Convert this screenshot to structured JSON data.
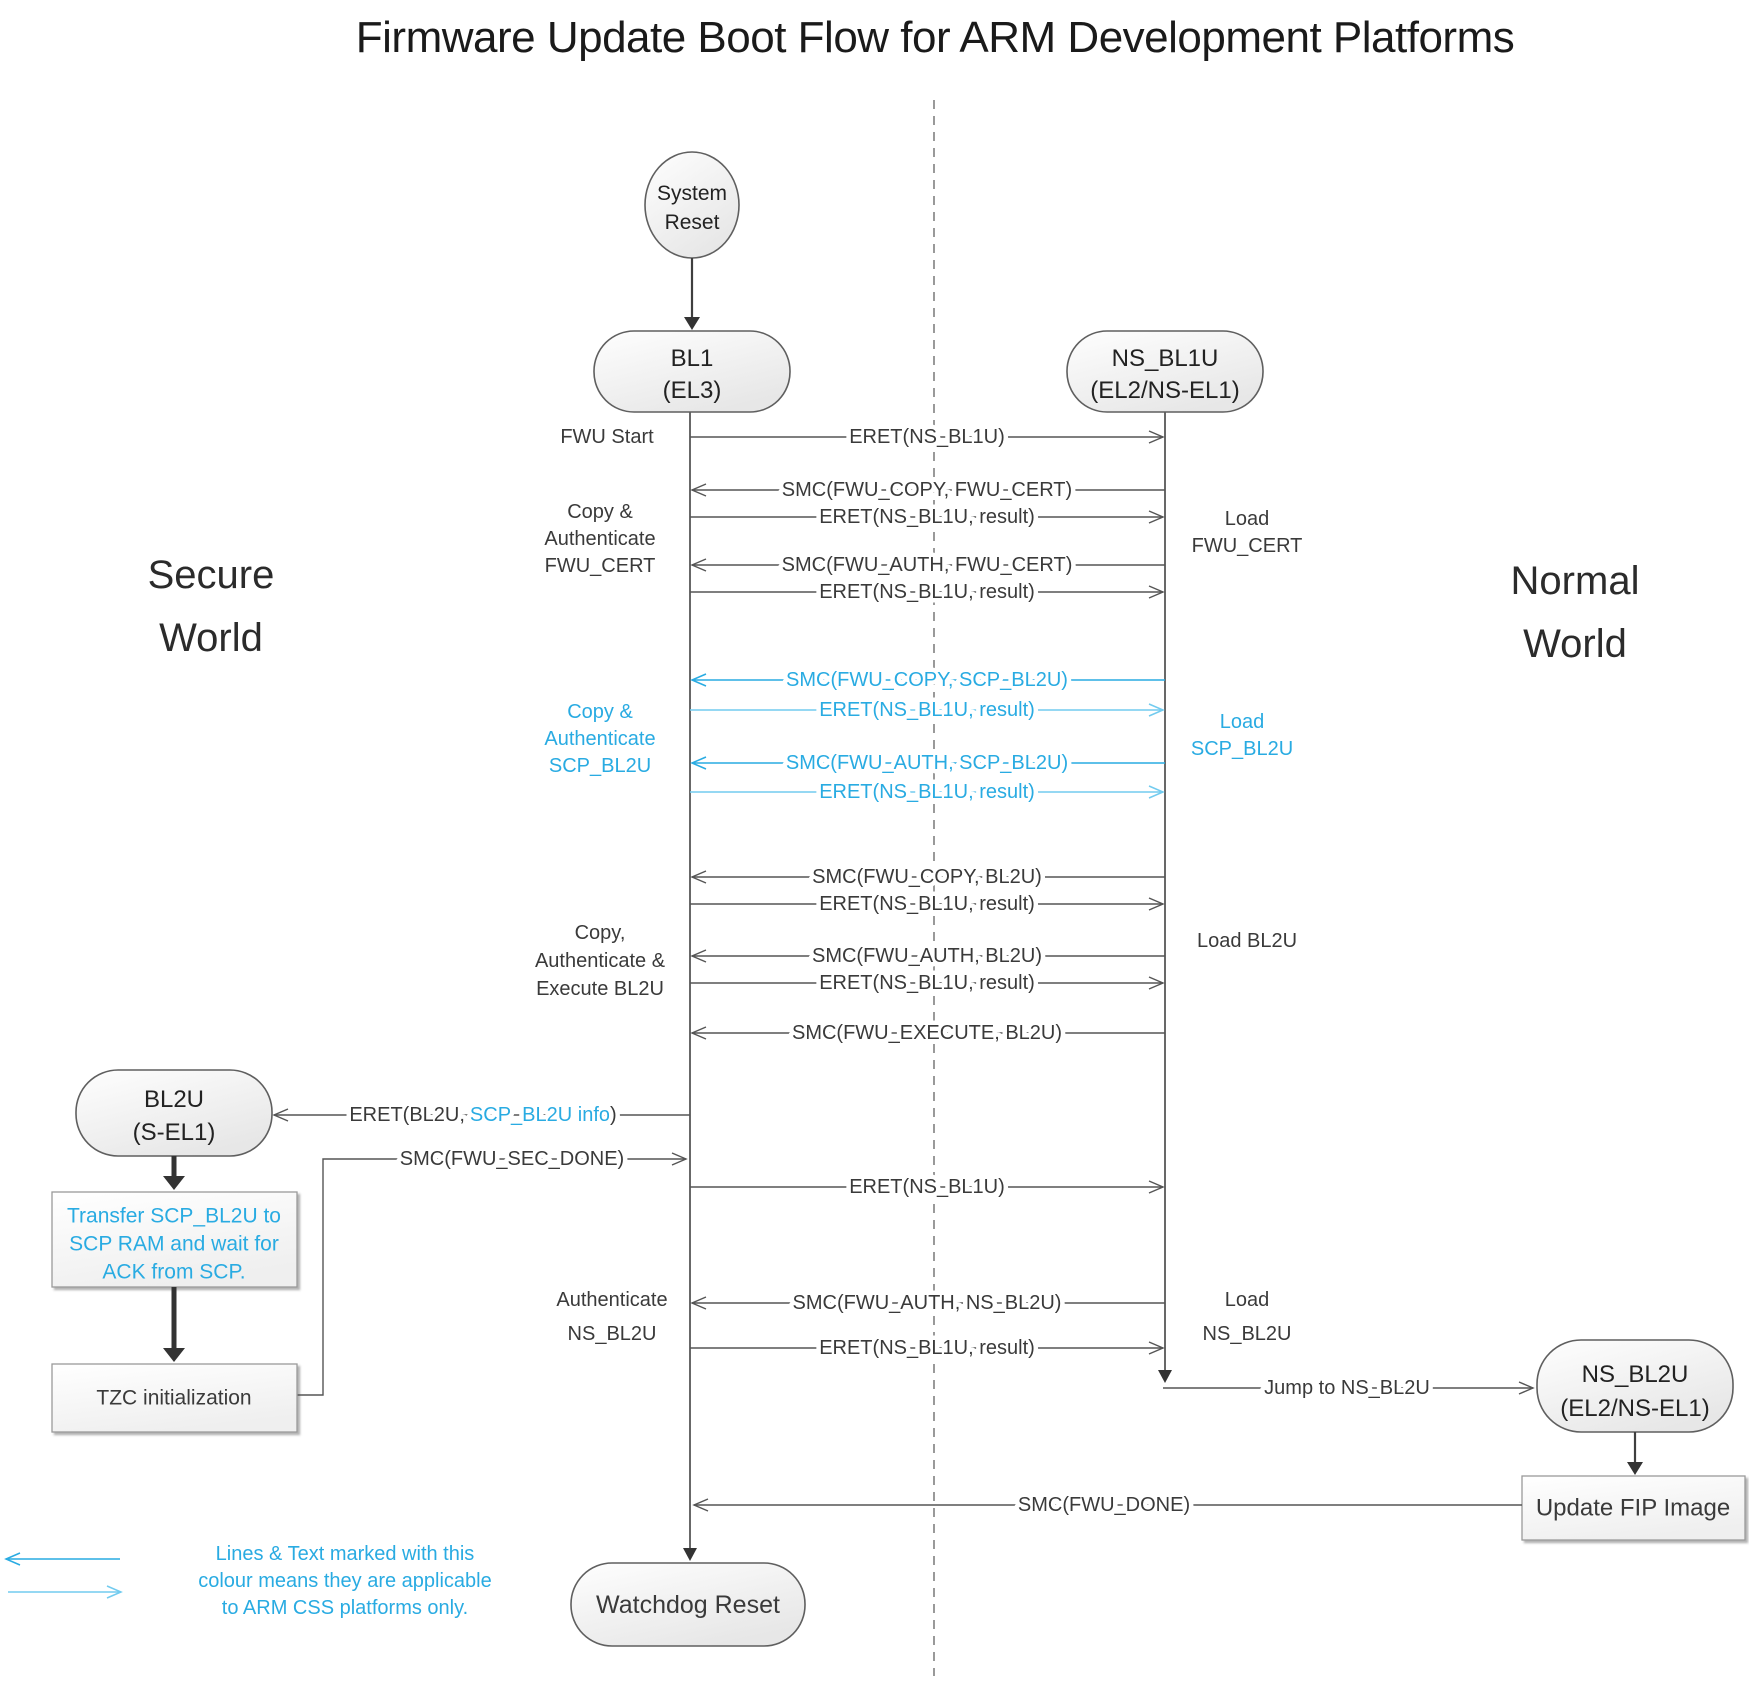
{
  "title": "Firmware Update Boot Flow for ARM Development Platforms",
  "colors": {
    "accent_blue": "#29ABE2",
    "accent_blue_light": "#72CBEF",
    "line_dark": "#555555"
  },
  "worlds": {
    "secure": {
      "line1": "Secure",
      "line2": "World"
    },
    "normal": {
      "line1": "Normal",
      "line2": "World"
    }
  },
  "nodes": {
    "system_reset": {
      "line1": "System",
      "line2": "Reset"
    },
    "bl1": {
      "line1": "BL1",
      "line2": "(EL3)"
    },
    "ns_bl1u": {
      "line1": "NS_BL1U",
      "line2": "(EL2/NS-EL1)"
    },
    "bl2u": {
      "line1": "BL2U",
      "line2": "(S-EL1)"
    },
    "ns_bl2u": {
      "line1": "NS_BL2U",
      "line2": "(EL2/NS-EL1)"
    },
    "watchdog_reset": {
      "label": "Watchdog Reset"
    },
    "update_fip": {
      "label": "Update FIP Image"
    },
    "transfer_scp": {
      "line1": "Transfer SCP_BL2U to",
      "line2": "SCP RAM and wait for",
      "line3": "ACK from SCP."
    },
    "tzc": {
      "label": "TZC initialization"
    }
  },
  "messages": {
    "fwu_start": "FWU Start",
    "eret_ns_bl1u": "ERET(NS_BL1U)",
    "eret_result": "ERET(NS_BL1U, result)",
    "smc_copy_fwu_cert": "SMC(FWU_COPY, FWU_CERT)",
    "smc_auth_fwu_cert": "SMC(FWU_AUTH, FWU_CERT)",
    "smc_copy_scp_bl2u": "SMC(FWU_COPY, SCP_BL2U)",
    "smc_auth_scp_bl2u": "SMC(FWU_AUTH, SCP_BL2U)",
    "smc_copy_bl2u": "SMC(FWU_COPY, BL2U)",
    "smc_auth_bl2u": "SMC(FWU_AUTH, BL2U)",
    "smc_execute_bl2u": "SMC(FWU_EXECUTE, BL2U)",
    "eret_bl2u_prefix": "ERET(BL2U,",
    "eret_bl2u_info": "SCP_BL2U info",
    "eret_bl2u_suffix": ")",
    "smc_sec_done": "SMC(FWU_SEC_DONE)",
    "smc_auth_ns_bl2u": "SMC(FWU_AUTH, NS_BL2U)",
    "jump_to_ns_bl2u": "Jump to NS_BL2U",
    "smc_fwu_done": "SMC(FWU_DONE)"
  },
  "annotations": {
    "copy_auth_fwu_cert": {
      "line1": "Copy &",
      "line2": "Authenticate",
      "line3": "FWU_CERT"
    },
    "load_fwu_cert": {
      "line1": "Load",
      "line2": "FWU_CERT"
    },
    "copy_auth_scp_bl2u": {
      "line1": "Copy &",
      "line2": "Authenticate",
      "line3": "SCP_BL2U"
    },
    "load_scp_bl2u": {
      "line1": "Load",
      "line2": "SCP_BL2U"
    },
    "copy_auth_exec_bl2u": {
      "line1": "Copy,",
      "line2": "Authenticate &",
      "line3": "Execute BL2U"
    },
    "load_bl2u": {
      "label": "Load BL2U"
    },
    "authenticate_ns_bl2u": {
      "line1": "Authenticate",
      "line2": "NS_BL2U"
    },
    "load_ns_bl2u": {
      "line1": "Load",
      "line2": "NS_BL2U"
    }
  },
  "legend": {
    "line1": "Lines & Text marked with this",
    "line2": "colour means they are applicable",
    "line3": "to ARM CSS platforms only."
  }
}
